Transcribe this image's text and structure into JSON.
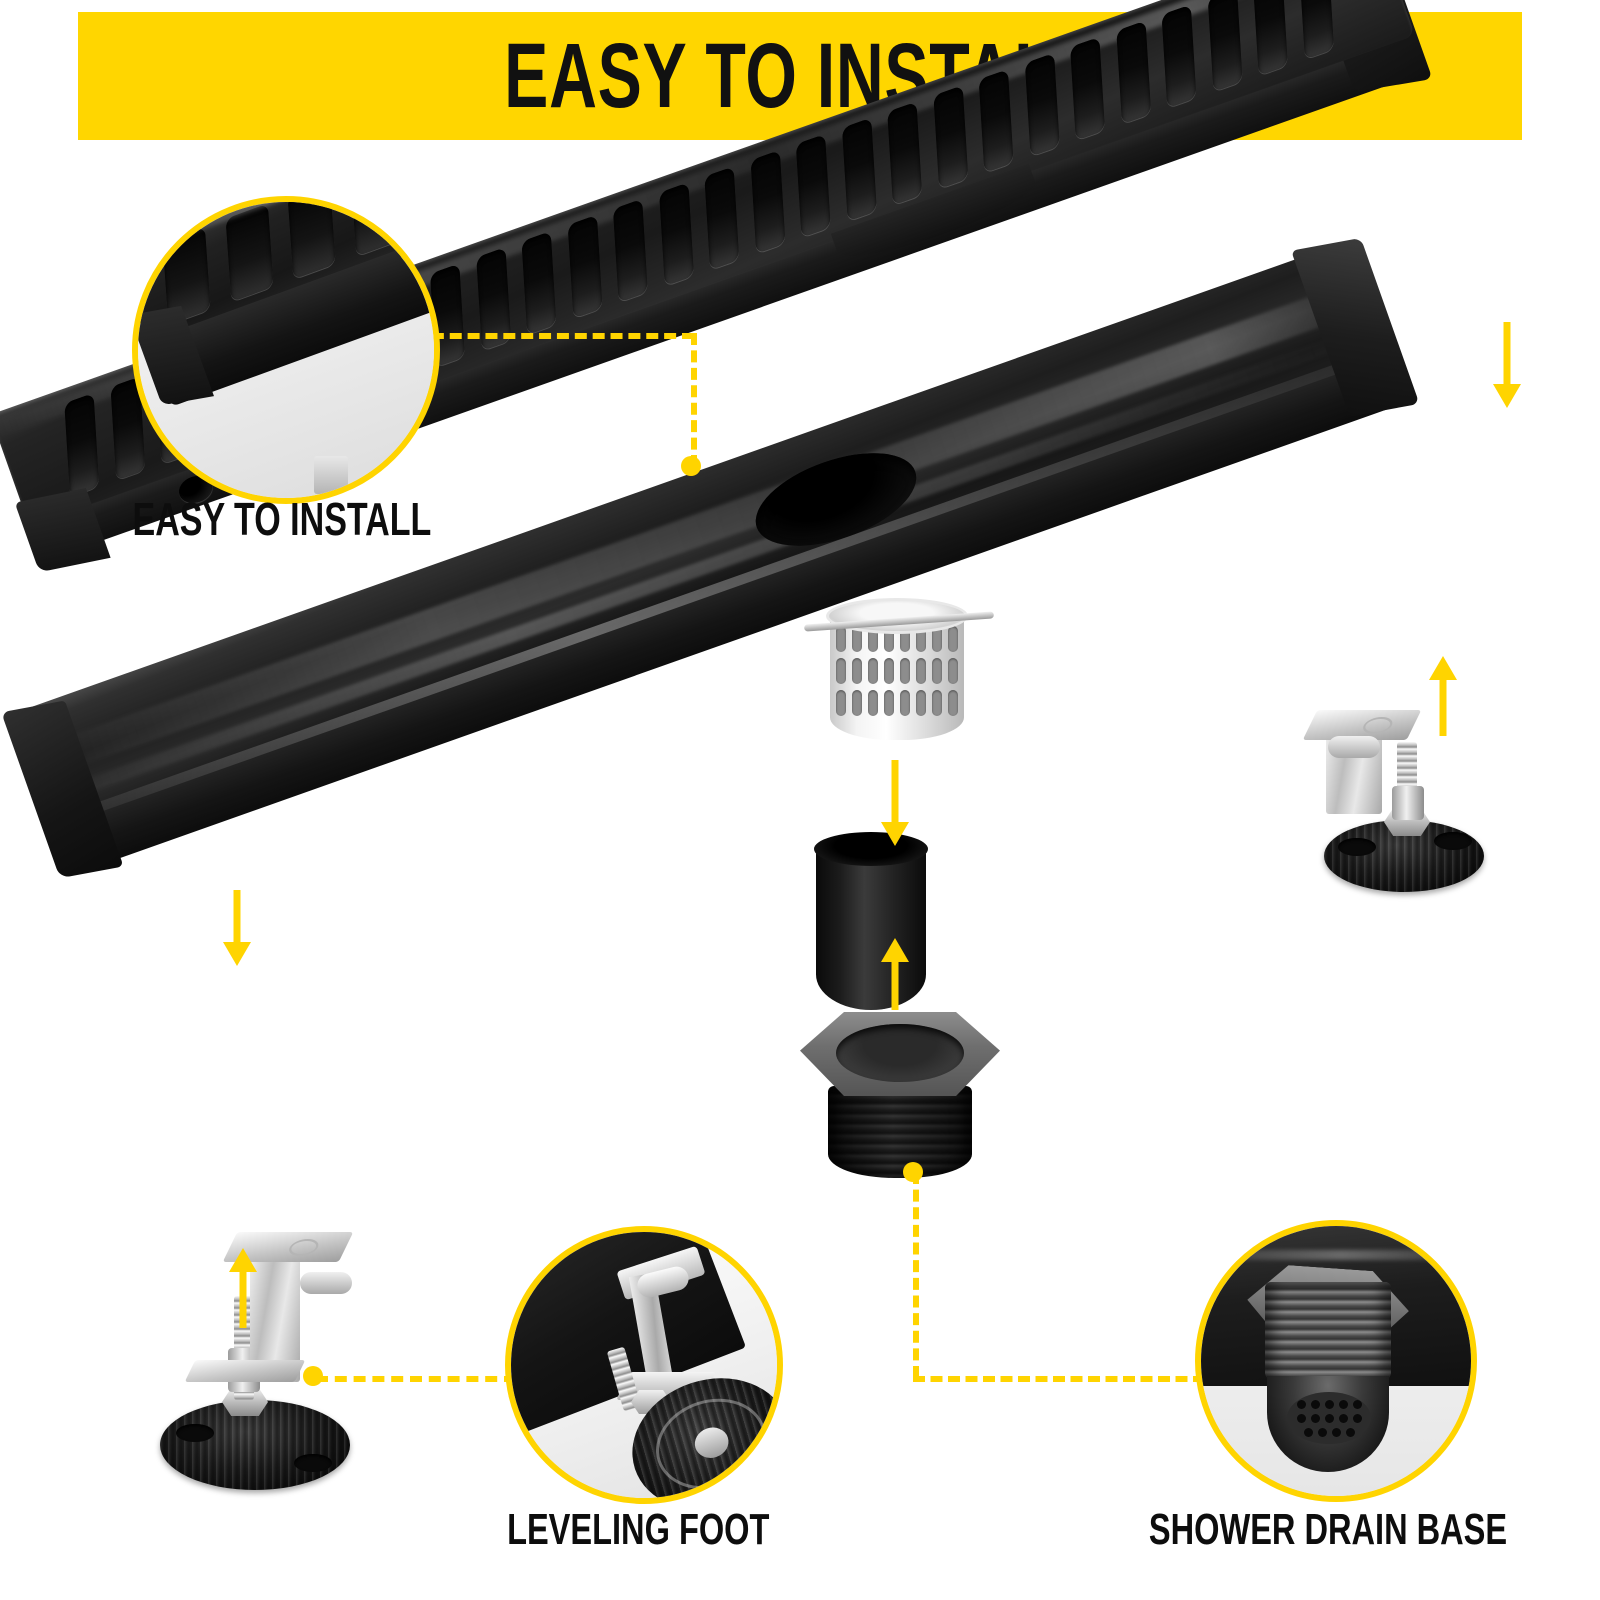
{
  "theme": {
    "accent_yellow": "#FFD400",
    "banner_yellow": "#FFD600",
    "text_black": "#0D0D0D",
    "background": "#FFFFFF",
    "product_black": "#1B1B1B",
    "metal_silver": "#D9D9D9"
  },
  "header": {
    "banner_title": "EASY TO INSTALL"
  },
  "callouts": [
    {
      "id": "easy-to-install",
      "label": "EASY TO INSTALL",
      "inset_subject": "grate-cover-end-detail",
      "position": "top-left"
    },
    {
      "id": "leveling-foot",
      "label": "LEVELING FOOT",
      "inset_subject": "leveling-foot-installed-detail",
      "position": "bottom-center"
    },
    {
      "id": "shower-drain-base",
      "label": "SHOWER DRAIN BASE",
      "inset_subject": "threaded-drain-base-strainer-detail",
      "position": "bottom-right"
    }
  ],
  "product_parts": [
    {
      "id": "grate-cover",
      "name": "slotted-grate-cover"
    },
    {
      "id": "channel-body",
      "name": "linear-drain-channel-tray"
    },
    {
      "id": "strainer-basket",
      "name": "hair-strainer-basket"
    },
    {
      "id": "outlet-tube",
      "name": "drain-outlet-tube"
    },
    {
      "id": "drain-base",
      "name": "hex-threaded-shower-drain-base"
    },
    {
      "id": "leveling-foot-right",
      "name": "leveling-foot-assembly"
    },
    {
      "id": "leveling-foot-left",
      "name": "leveling-foot-assembly"
    }
  ],
  "arrows": [
    {
      "id": "arrow-grate-right",
      "direction": "down"
    },
    {
      "id": "arrow-grate-left",
      "direction": "down"
    },
    {
      "id": "arrow-basket",
      "direction": "down"
    },
    {
      "id": "arrow-outlet",
      "direction": "up"
    },
    {
      "id": "arrow-foot-right",
      "direction": "up"
    },
    {
      "id": "arrow-foot-left",
      "direction": "up"
    }
  ],
  "leader_lines": [
    {
      "id": "leader-easy-to-install",
      "from": "inset-easy-to-install",
      "to": "grate-cover"
    },
    {
      "id": "leader-leveling-foot",
      "from": "leveling-foot-left",
      "to": "inset-leveling-foot"
    },
    {
      "id": "leader-drain-base",
      "from": "drain-base",
      "to": "inset-shower-drain-base"
    }
  ]
}
